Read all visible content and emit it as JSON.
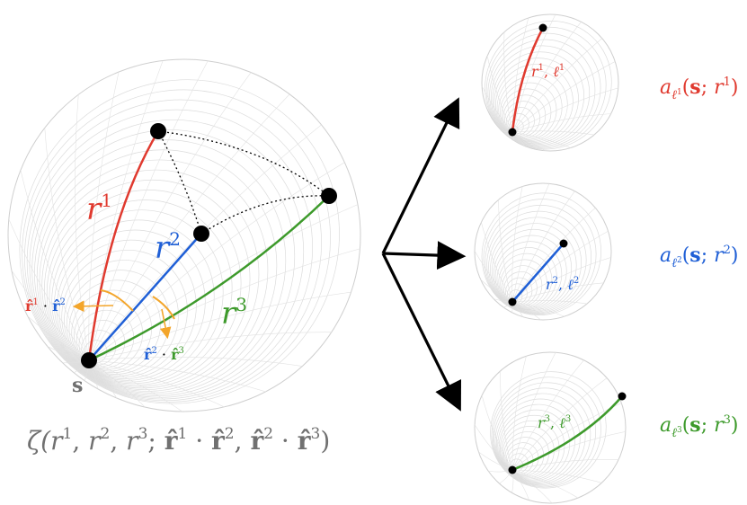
{
  "colors": {
    "red": "#e03a2f",
    "blue": "#1f5fd6",
    "green": "#3d9a2b",
    "orange": "#f3a52a",
    "grey": "#707070",
    "grid": "#d8d8d8",
    "black": "#000000"
  },
  "main": {
    "source_label": "s",
    "r1_label": "r",
    "r1_sup": "1",
    "r2_label": "r",
    "r2_sup": "2",
    "r3_label": "r",
    "r3_sup": "3",
    "dot12_a": "r̂",
    "dot12_a_sup": "1",
    "dot12_mid": " · ",
    "dot12_b": "r̂",
    "dot12_b_sup": "2",
    "dot23_a": "r̂",
    "dot23_a_sup": "2",
    "dot23_mid": " · ",
    "dot23_b": "r̂",
    "dot23_b_sup": "3",
    "zeta": {
      "fn": "ζ(",
      "r": "r",
      "s1": "1",
      "comma": ", ",
      "s2": "2",
      "s3": "3",
      "semi": "; ",
      "rhat": "r̂",
      "dot": " · ",
      "close": ")"
    }
  },
  "small": [
    {
      "label_r": "r",
      "label_r_sup": "1",
      "label_sep": ", ",
      "label_l": "ℓ",
      "label_l_sup": "1",
      "func_a": "a",
      "func_sub": "ℓ",
      "func_subsup": "1",
      "func_open": "(",
      "func_s": "s",
      "func_semi": "; ",
      "func_r": "r",
      "func_rsup": "1",
      "func_close": ")"
    },
    {
      "label_r": "r",
      "label_r_sup": "2",
      "label_sep": ", ",
      "label_l": "ℓ",
      "label_l_sup": "2",
      "func_a": "a",
      "func_sub": "ℓ",
      "func_subsup": "2",
      "func_open": "(",
      "func_s": "s",
      "func_semi": "; ",
      "func_r": "r",
      "func_rsup": "2",
      "func_close": ")"
    },
    {
      "label_r": "r",
      "label_r_sup": "3",
      "label_sep": ", ",
      "label_l": "ℓ",
      "label_l_sup": "3",
      "func_a": "a",
      "func_sub": "ℓ",
      "func_subsup": "3",
      "func_open": "(",
      "func_s": "s",
      "func_semi": "; ",
      "func_r": "r",
      "func_rsup": "3",
      "func_close": ")"
    }
  ]
}
